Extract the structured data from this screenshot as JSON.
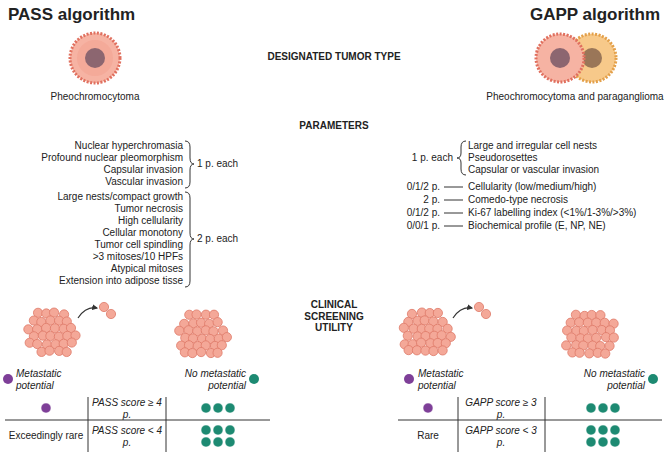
{
  "diagram": {
    "labels": [
      "PASS algorithm",
      "GAPP algorithm",
      "DESIGNATED TUMOR TYPE",
      "Pheochromocytoma",
      "Pheochromocytoma and paraganglioma",
      "PARAMETERS",
      "Nuclear hyperchromasia",
      "Profound nuclear pleomorphism",
      "Capsular invasion",
      "Vascular invasion",
      "1 p. each",
      "Large nests/compact growth",
      "Tumor necrosis",
      "High cellularity",
      "Cellular monotony",
      "Tumor cell spindling",
      ">3 mitoses/10 HPFs",
      "Atypical mitoses",
      "Extension into adipose tisse",
      "2 p. each",
      "1 p. each",
      "Large and irregular cell nests",
      "Pseudorosettes",
      "Capsular or vascular invasion",
      "0/1/2 p.",
      "Cellularity (low/medium/high)",
      "2 p.",
      "Comedo-type necrosis",
      "0/1/2 p.",
      "Ki-67 labelling index (<1%/1-3%/>3%)",
      "0/0/1 p.",
      "Biochemical profile (E, NP, NE)",
      "CLINICAL SCREENING UTILITY",
      "PASS score ≥ 4 p.",
      "Exceedingly rare",
      "PASS score < 4 p.",
      "GAPP score ≥ 3 p.",
      "Rare",
      "GAPP score < 3 p."
    ],
    "legend": [
      {
        "text": "Metastatic potential",
        "color": "#7e3f98"
      },
      {
        "text": "No metastatic potential",
        "color": "#1d8a72"
      },
      {
        "text": "Metastatic potential",
        "color": "#7e3f98"
      },
      {
        "text": "No metastatic potential",
        "color": "#1d8a72"
      }
    ]
  }
}
